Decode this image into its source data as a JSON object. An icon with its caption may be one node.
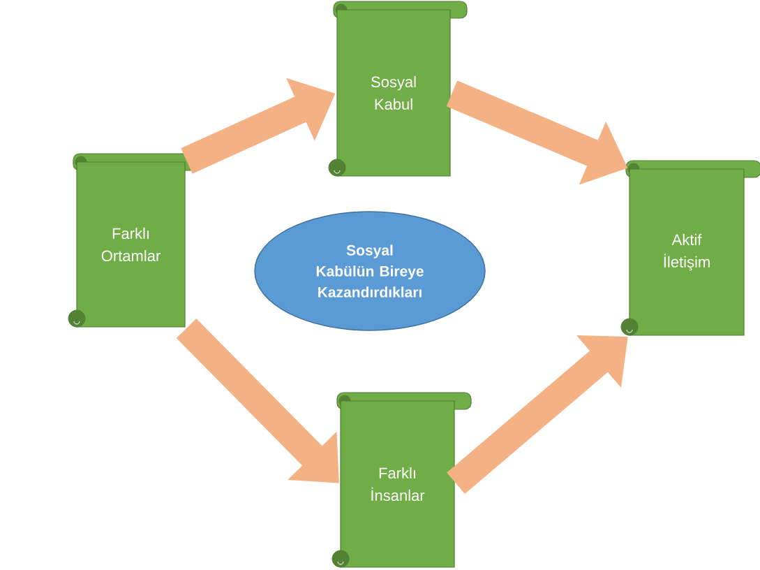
{
  "diagram": {
    "nodes": [
      {
        "text": [
          "Sosyal Kabul"
        ]
      },
      {
        "text": [
          "Farklı Ortamlar"
        ]
      },
      {
        "text": [
          "Sosyal Kabülün Bireye Kazandırdıkları"
        ]
      },
      {
        "text": [
          "Aktif İletişim"
        ]
      },
      {
        "text": [
          "Farklı İnsanlar"
        ]
      }
    ],
    "edges": [
      {
        "from": 1,
        "to": 0,
        "arrow": "to"
      },
      {
        "from": 0,
        "to": 3,
        "arrow": "to"
      },
      {
        "from": 1,
        "to": 4,
        "arrow": "to"
      },
      {
        "from": 4,
        "to": 3,
        "arrow": "to"
      }
    ]
  }
}
